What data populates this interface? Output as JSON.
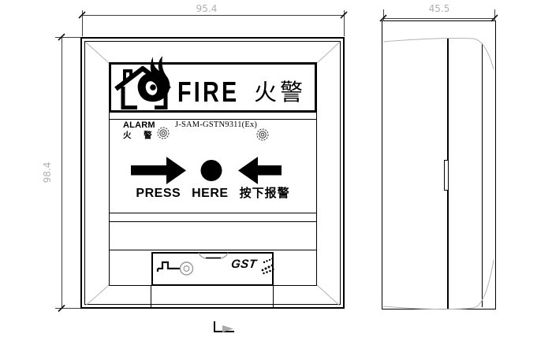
{
  "drawing_type": "manual-fire-call-point-dimension-drawing",
  "front_view": {
    "header": {
      "en": "FIRE",
      "zh": "火警"
    },
    "alarm": {
      "en": "ALARM",
      "zh": "火 警"
    },
    "model": "J-SAM-GSTN9311(Ex)",
    "press": {
      "en": "PRESS HERE",
      "zh": "按下报警"
    },
    "brand": "GST"
  },
  "dimensions": {
    "width_mm": "95.4",
    "height_mm": "98.4",
    "depth_mm": "45.5"
  },
  "icons": {
    "header_icon": "house-flame-icon",
    "indicator": "led-indicator-icon",
    "arrow_left": "arrow-left-icon",
    "arrow_right": "arrow-right-icon",
    "button": "press-button-icon",
    "lock": "key-icon",
    "brand_wing": "gst-wing-icon",
    "datum": "section-datum-icon"
  },
  "colors": {
    "line": "#000000",
    "dimension_line": "#3f3f3f",
    "dimension_text": "#b0b0b0",
    "bevel_arc": "#b3b3b3"
  }
}
